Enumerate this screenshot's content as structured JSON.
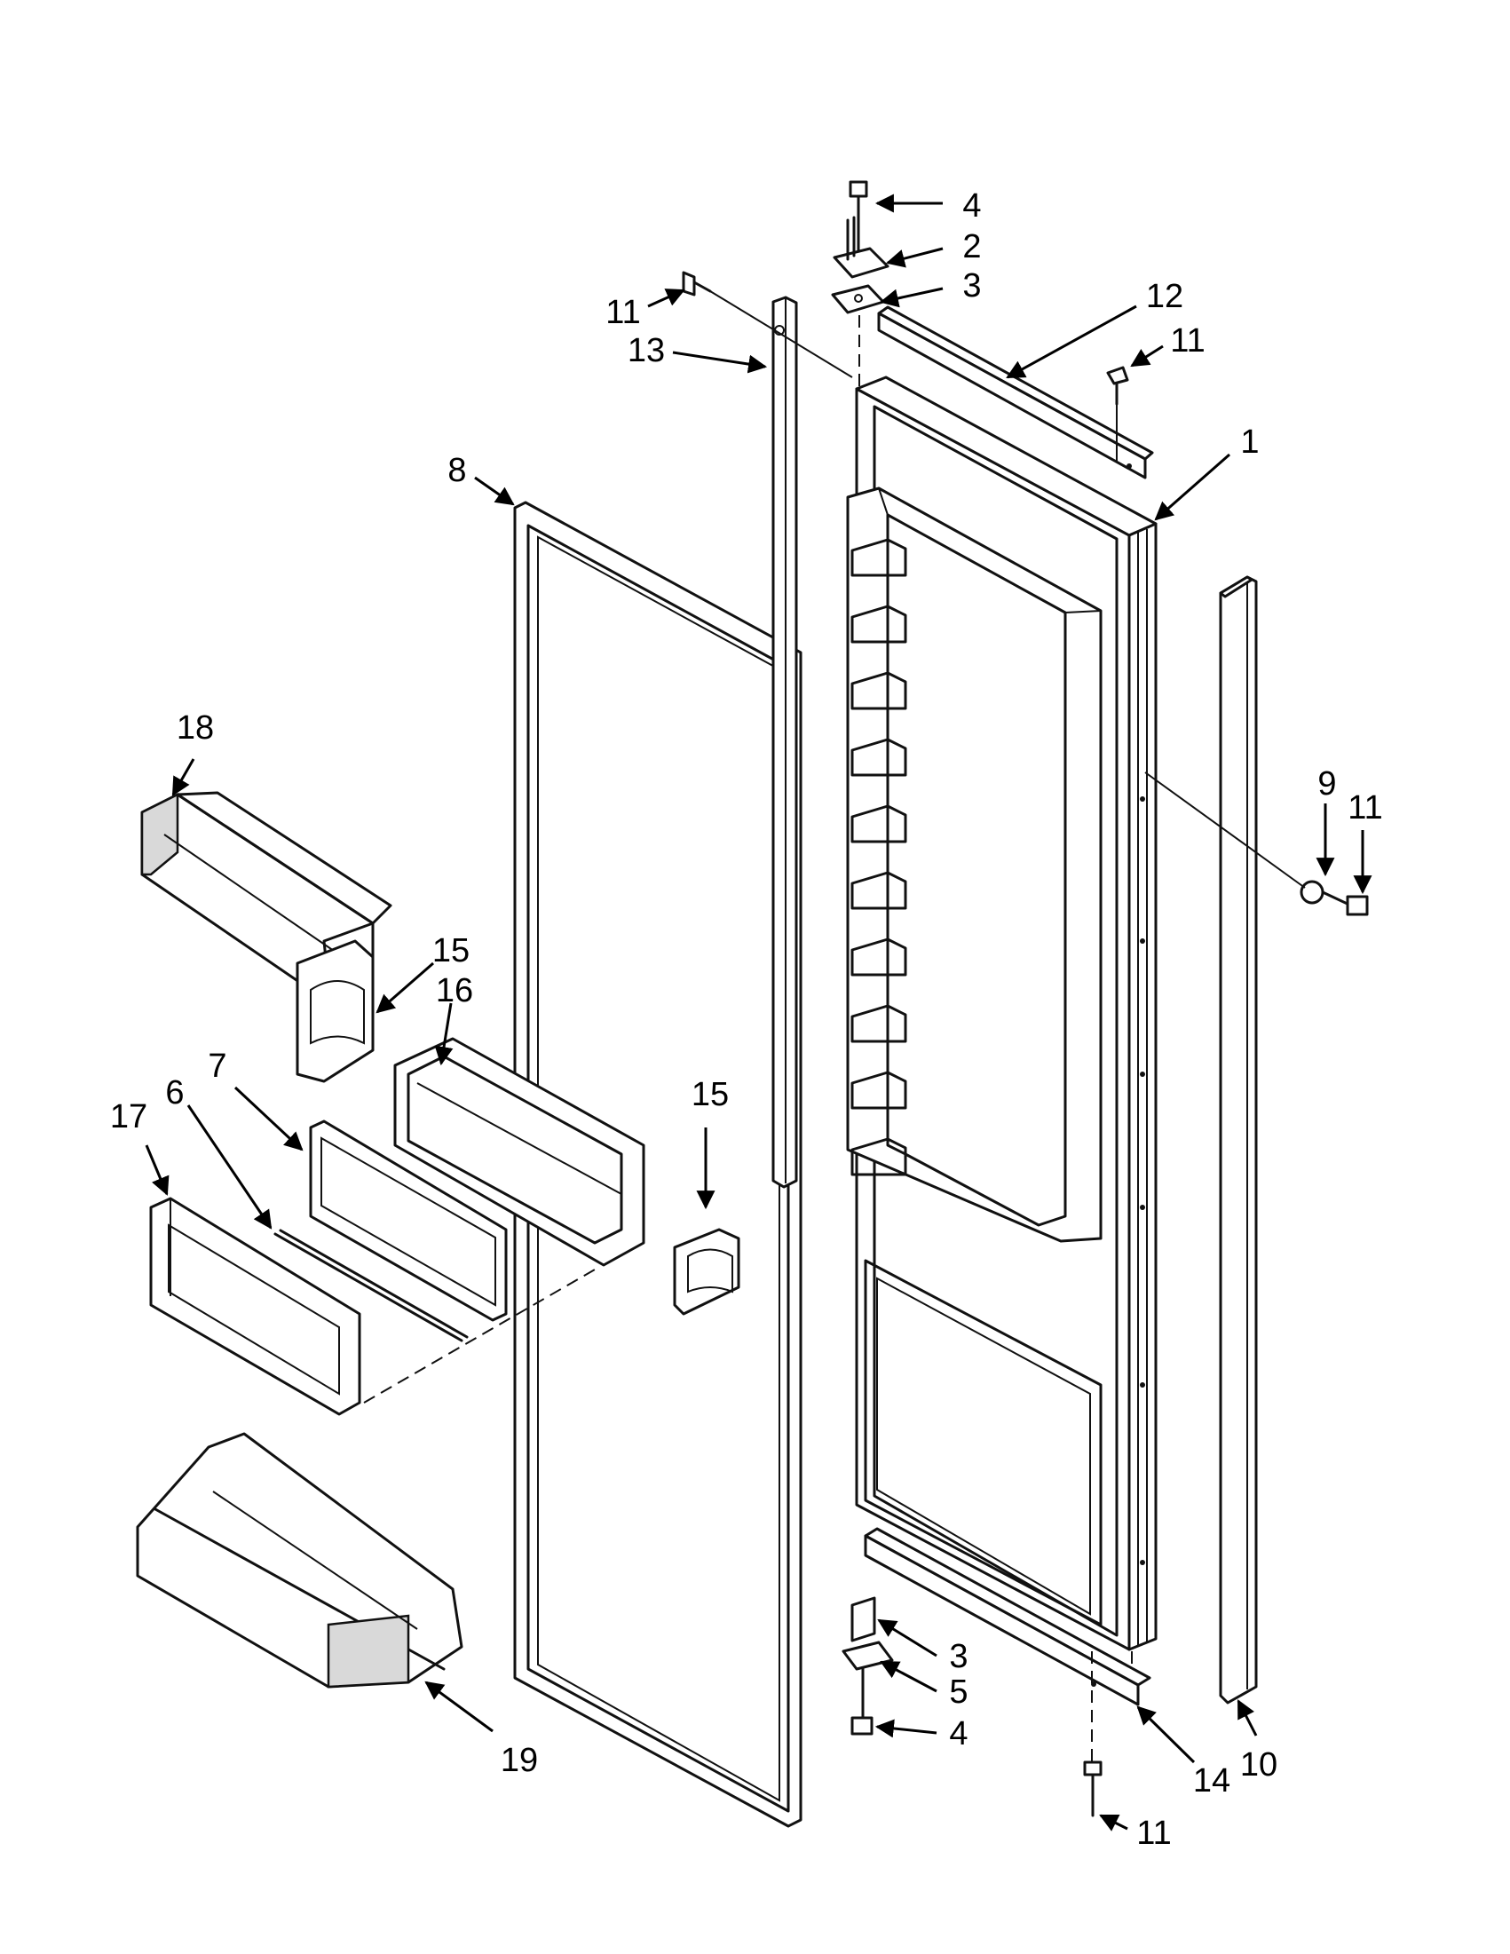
{
  "diagram": {
    "callouts": [
      {
        "id": "c4_top",
        "label": "4"
      },
      {
        "id": "c2",
        "label": "2"
      },
      {
        "id": "c3_top",
        "label": "3"
      },
      {
        "id": "c11_a",
        "label": "11"
      },
      {
        "id": "c12",
        "label": "12"
      },
      {
        "id": "c13",
        "label": "13"
      },
      {
        "id": "c11_b",
        "label": "11"
      },
      {
        "id": "c1",
        "label": "1"
      },
      {
        "id": "c8",
        "label": "8"
      },
      {
        "id": "c18",
        "label": "18"
      },
      {
        "id": "c9",
        "label": "9"
      },
      {
        "id": "c11_c",
        "label": "11"
      },
      {
        "id": "c15_a",
        "label": "15"
      },
      {
        "id": "c16",
        "label": "16"
      },
      {
        "id": "c7",
        "label": "7"
      },
      {
        "id": "c6",
        "label": "6"
      },
      {
        "id": "c17",
        "label": "17"
      },
      {
        "id": "c15_b",
        "label": "15"
      },
      {
        "id": "c3_bot",
        "label": "3"
      },
      {
        "id": "c5",
        "label": "5"
      },
      {
        "id": "c4_bot",
        "label": "4"
      },
      {
        "id": "c19",
        "label": "19"
      },
      {
        "id": "c14",
        "label": "14"
      },
      {
        "id": "c10",
        "label": "10"
      },
      {
        "id": "c11_d",
        "label": "11"
      }
    ]
  }
}
